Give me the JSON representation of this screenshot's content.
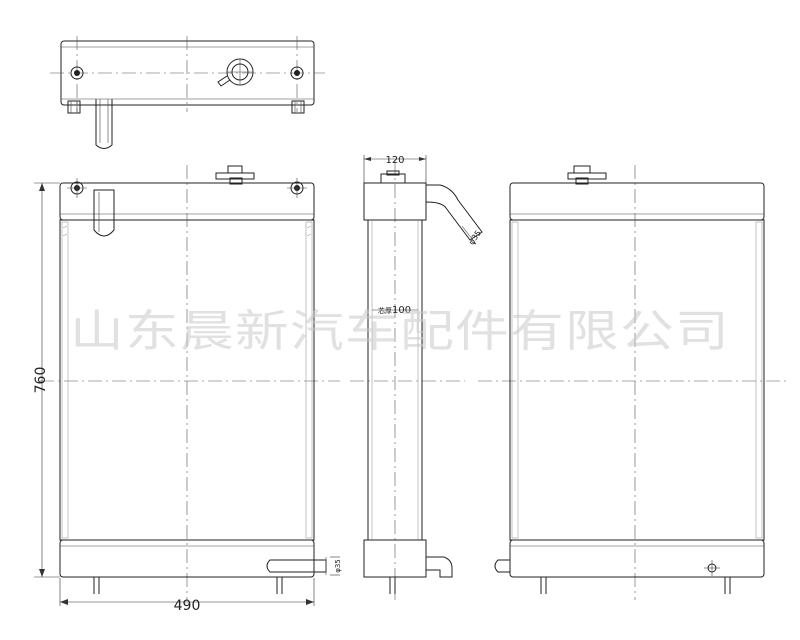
{
  "dimensions": {
    "overall_width": "490",
    "overall_height": "760",
    "side_width": "120",
    "core_thickness": "100",
    "core_thickness_prefix": "芯厚",
    "hose_diameter": "φ35",
    "outlet_diameter": "φ35"
  },
  "watermark": "山东晨新汽车配件有限公司",
  "views": [
    "top-view",
    "front-view",
    "side-view",
    "rear-view"
  ]
}
